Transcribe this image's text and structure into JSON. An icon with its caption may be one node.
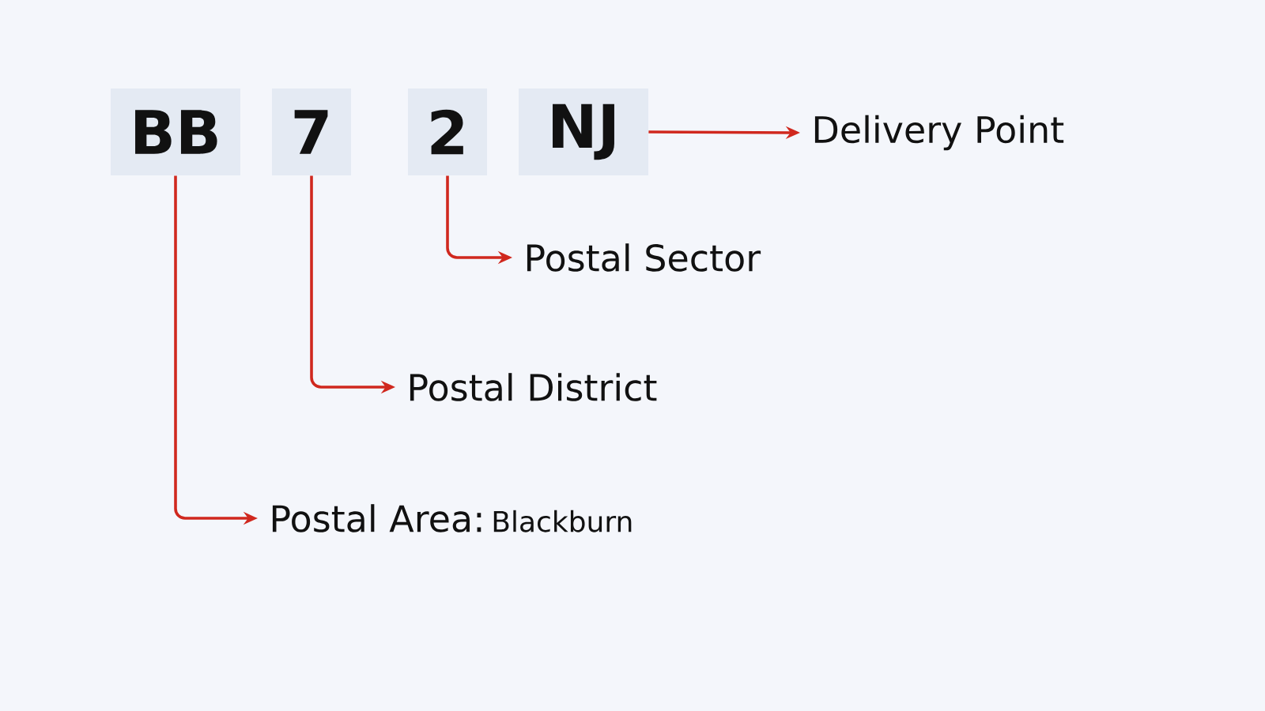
{
  "diagram": {
    "nodes": [
      {
        "text": [
          "BB"
        ]
      },
      {
        "text": [
          "7"
        ]
      },
      {
        "text": [
          "2"
        ]
      },
      {
        "text": [
          "NJ"
        ]
      },
      {
        "text": [
          "Delivery Point"
        ]
      },
      {
        "text": [
          "Postal Sector"
        ]
      },
      {
        "text": [
          "Postal District"
        ]
      },
      {
        "text": [
          "Postal Area:",
          "Blackburn"
        ]
      }
    ],
    "edges": [
      {
        "from": 3,
        "to": 4,
        "arrow": "to"
      },
      {
        "from": 2,
        "to": 5,
        "arrow": "to"
      },
      {
        "from": 1,
        "to": 6,
        "arrow": "to"
      },
      {
        "from": 0,
        "to": 7,
        "arrow": "to"
      }
    ]
  }
}
